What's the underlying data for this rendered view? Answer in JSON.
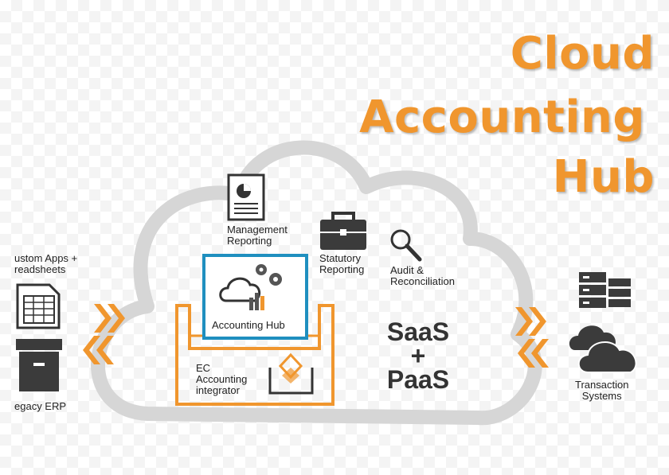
{
  "title": {
    "line1": "Cloud",
    "line2": "Accounting",
    "line3": "Hub"
  },
  "labels": {
    "management_reporting": [
      "Management",
      "Reporting"
    ],
    "statutory_reporting": [
      "Statutory",
      "Reporting"
    ],
    "audit_reconciliation": [
      "Audit &",
      "Reconciliation"
    ],
    "custom_apps": [
      "ustom Apps +",
      "readsheets"
    ],
    "legacy_erp": "egacy ERP",
    "accounting_hub": "Accounting Hub",
    "ec_integrator": [
      "EC",
      "Accounting",
      "integrator"
    ],
    "saas": "SaaS",
    "plus": "+",
    "paas": "PaaS",
    "transaction_systems": [
      "Transaction",
      "Systems"
    ]
  },
  "colors": {
    "orange": "#f0962e",
    "cloud_gray": "#d6d6d6",
    "blue": "#1f8fbf",
    "dark": "#3b3b3b"
  },
  "icons": [
    "report-icon",
    "briefcase-icon",
    "magnifier-icon",
    "spreadsheet-icon",
    "archive-box-icon",
    "cloud-gears-icon",
    "server-rack-icon",
    "clouds-icon",
    "chevron-right-icon",
    "chevron-left-icon",
    "stacked-diamond-icon"
  ]
}
